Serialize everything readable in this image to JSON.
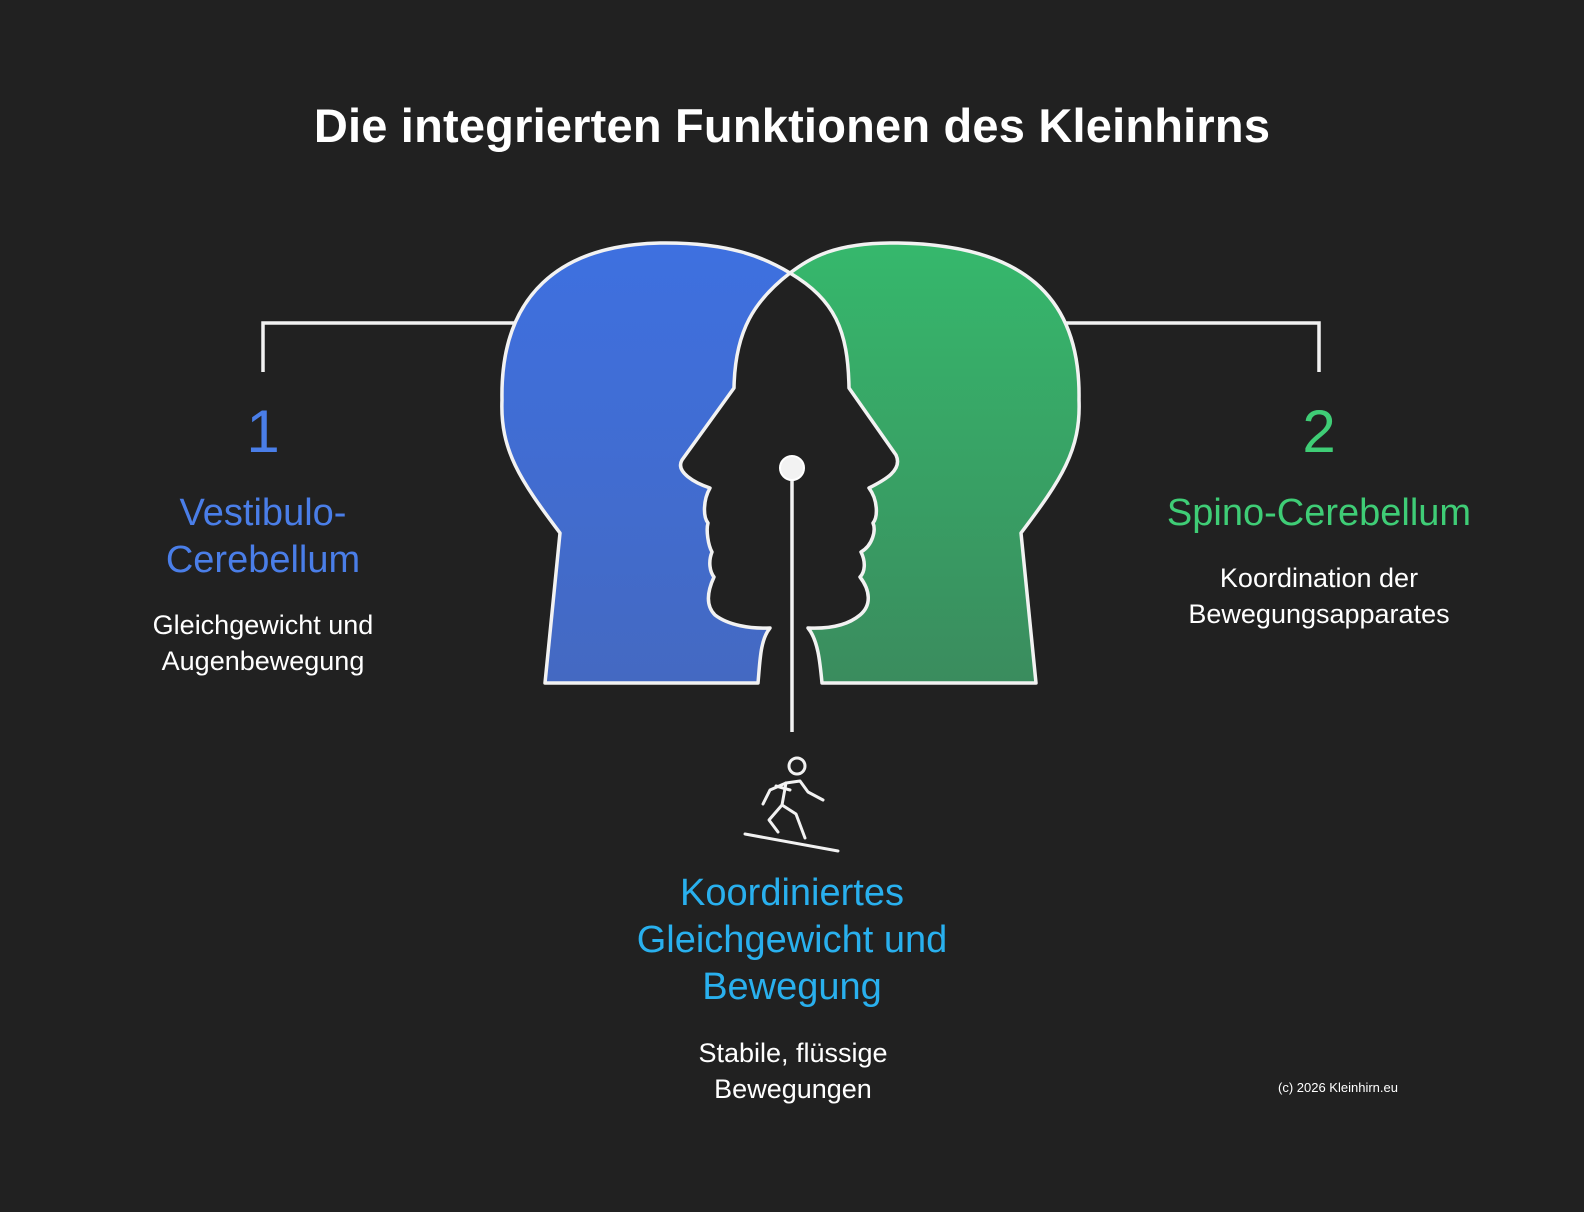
{
  "title": "Die integrierten Funktionen des Kleinhirns",
  "colors": {
    "background": "#212121",
    "left_head": "#3f6fd9",
    "right_head": "#35b36a",
    "center_heading": "#29b0ee",
    "outline": "#f2f2f2"
  },
  "left": {
    "number": "1",
    "heading": "Vestibulo-Cerebellum",
    "description": "Gleichgewicht und Augenbewegung"
  },
  "right": {
    "number": "2",
    "heading": "Spino-Cerebellum",
    "description": "Koordination der Bewegungsapparates"
  },
  "center": {
    "icon": "walking-person-icon",
    "heading": "Koordiniertes Gleichgewicht und Bewegung",
    "description": "Stabile, flüssige Bewegungen"
  },
  "copyright": "(c) 2026 Kleinhirn.eu"
}
